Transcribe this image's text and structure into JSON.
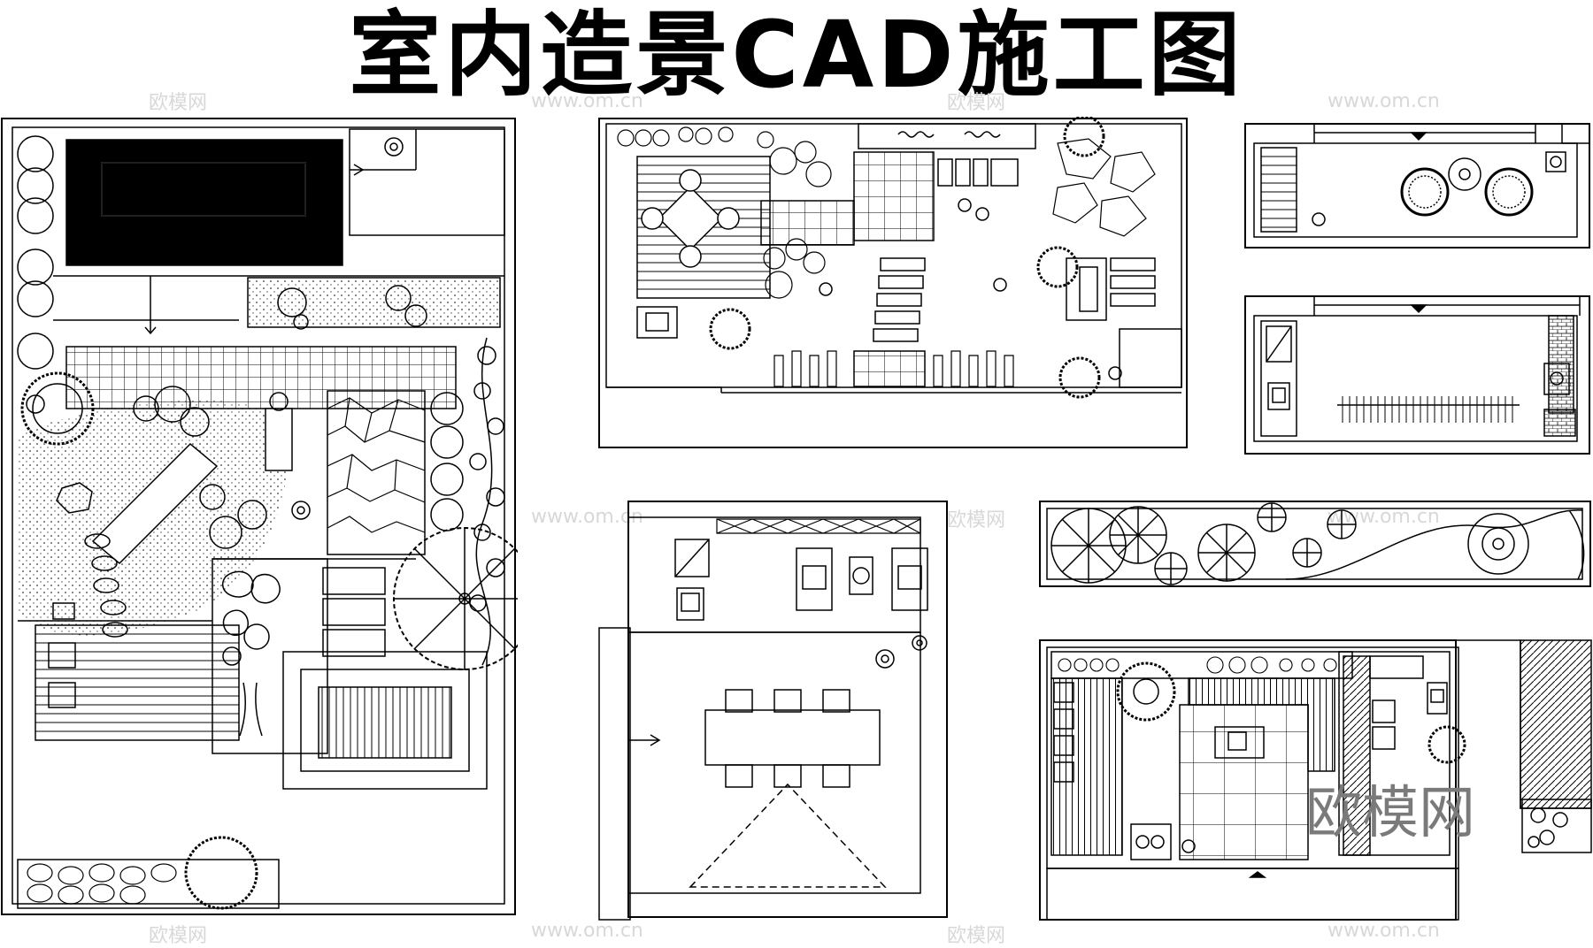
{
  "title": "室内造景CAD施工图",
  "watermark_logo": "欧模网",
  "watermark_url": "www.om.cn",
  "watermark_big": "欧模网",
  "plans": [
    {
      "name": "courtyard-plan-left"
    },
    {
      "name": "garden-plan-top-center"
    },
    {
      "name": "balcony-plan-right-top"
    },
    {
      "name": "balcony-plan-right-middle"
    },
    {
      "name": "living-dining-plan-center"
    },
    {
      "name": "planter-strip-plan"
    },
    {
      "name": "terrace-plan-bottom-right"
    }
  ]
}
